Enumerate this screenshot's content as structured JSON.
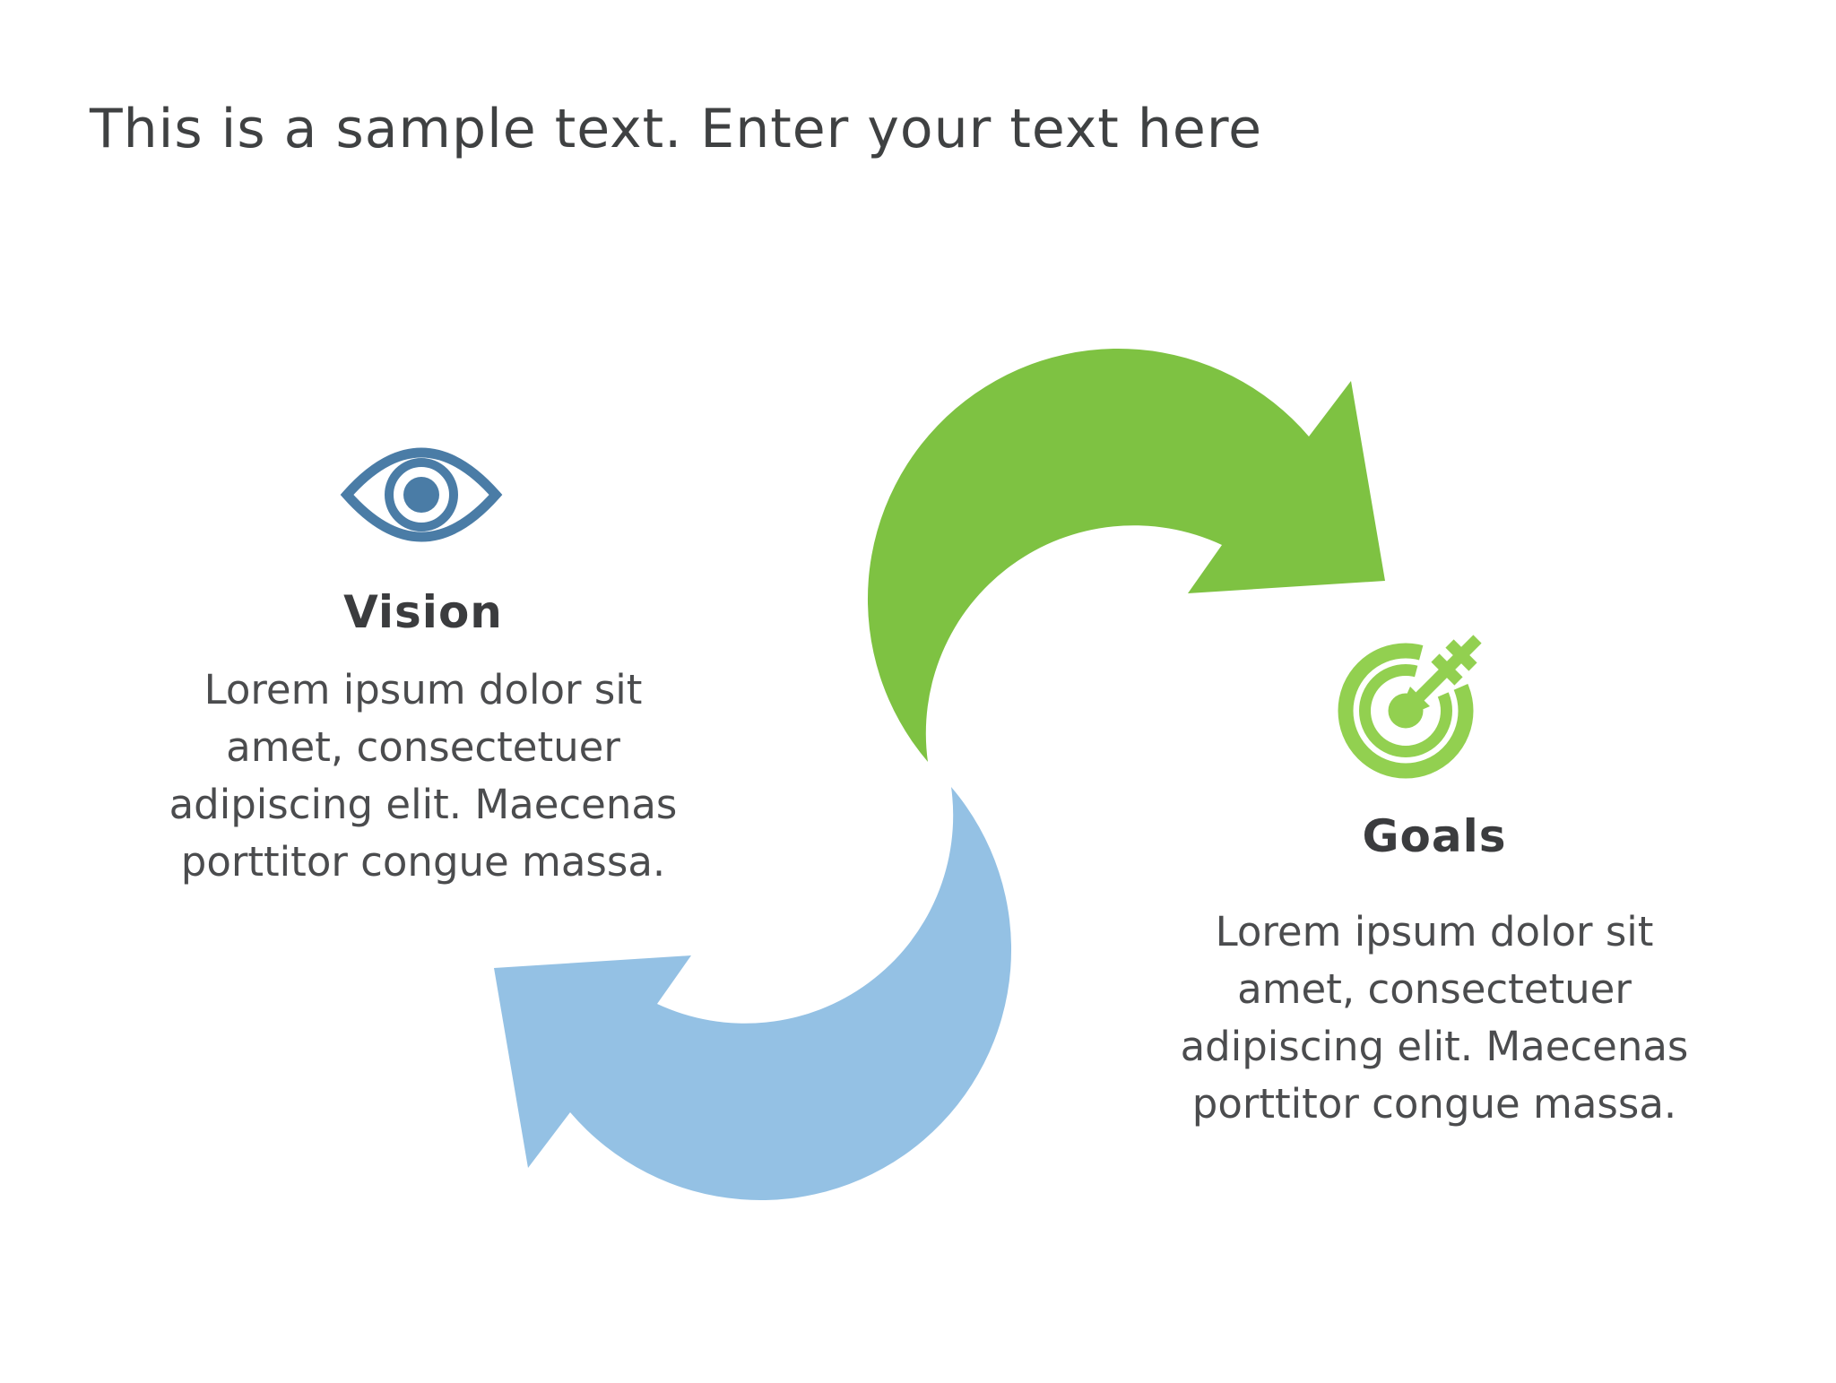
{
  "title": {
    "text": "This is a sample text. Enter your text here"
  },
  "colors": {
    "arrow_green": "#7EC242",
    "arrow_blue": "#94C1E4",
    "eye_blue": "#4A7CA6",
    "icon_green": "#92D050",
    "title_text": "#3F4142",
    "heading_text": "#3B3C3E",
    "body_text": "#4B4C4E",
    "bg": "#FFFFFF"
  },
  "sections": {
    "vision": {
      "heading": "Vision",
      "icon": "eye-icon",
      "body_lines": [
        "Lorem ipsum dolor sit",
        "amet, consectetuer",
        "adipiscing elit. Maecenas",
        "porttitor congue massa."
      ]
    },
    "goals": {
      "heading": "Goals",
      "icon": "target-icon",
      "body_lines": [
        "Lorem ipsum dolor sit",
        "amet, consectetuer",
        "adipiscing elit. Maecenas",
        "porttitor congue massa."
      ]
    }
  }
}
